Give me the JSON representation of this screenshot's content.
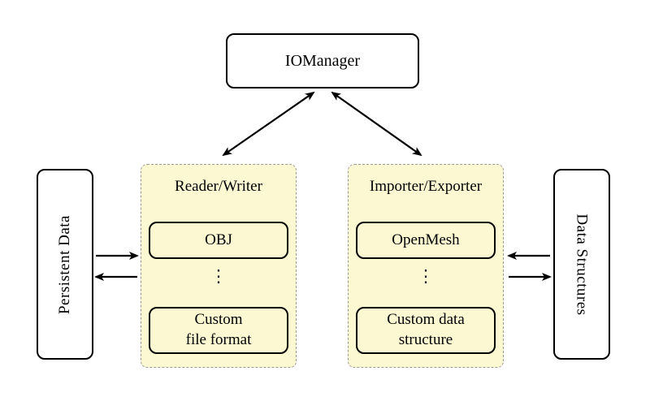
{
  "iomanager": {
    "label": "IOManager"
  },
  "left_rail": {
    "label": "Persistent Data"
  },
  "right_rail": {
    "label": "Data Structures"
  },
  "reader_writer": {
    "label": "Reader/Writer",
    "top_item": "OBJ",
    "ellipsis": "⋮",
    "bottom_item_line1": "Custom",
    "bottom_item_line2": "file format"
  },
  "importer_exporter": {
    "label": "Importer/Exporter",
    "top_item": "OpenMesh",
    "ellipsis": "⋮",
    "bottom_item_line1": "Custom data",
    "bottom_item_line2": "structure"
  },
  "colors": {
    "group_fill": "#fbf8d2",
    "group_border": "#9a9a9a",
    "line": "#000000",
    "node_fill": "#ffffff",
    "background": "#ffffff"
  }
}
